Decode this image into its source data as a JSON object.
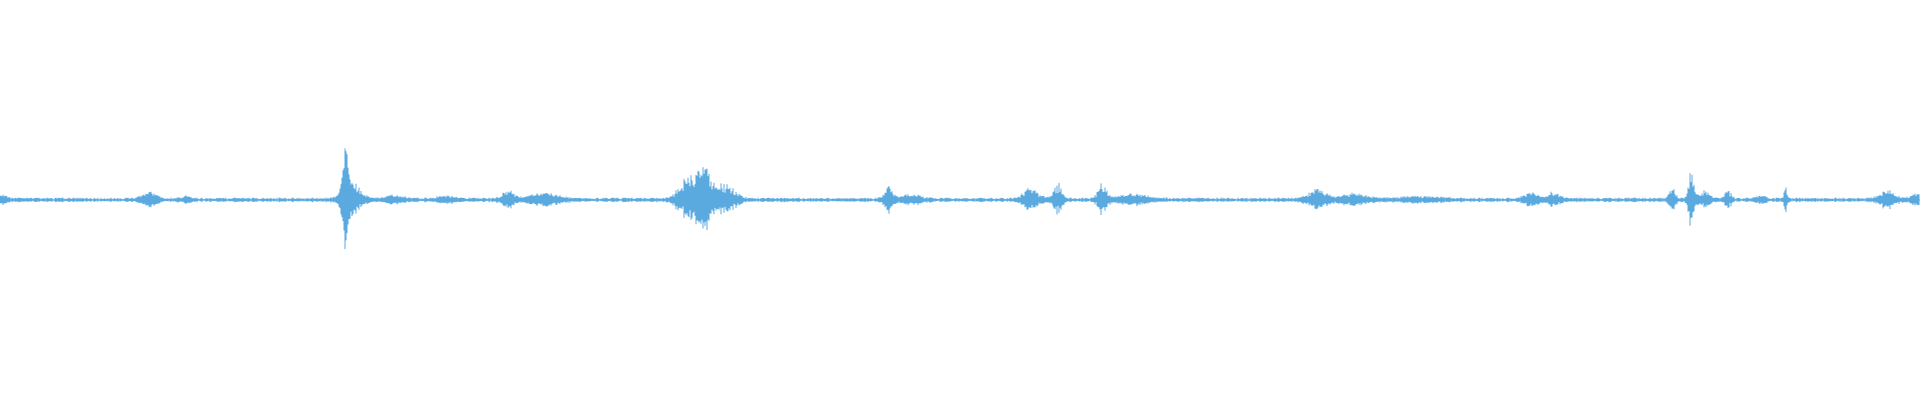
{
  "waveform": {
    "color": "#5aaae0",
    "background": "#ffffff",
    "baseline_amplitude": 0.004,
    "bursts": [
      {
        "center": 0.0,
        "amplitude": 0.012,
        "spread": 0.004
      },
      {
        "center": 0.078,
        "amplitude": 0.018,
        "spread": 0.005
      },
      {
        "center": 0.097,
        "amplitude": 0.008,
        "spread": 0.003
      },
      {
        "center": 0.18,
        "amplitude": 0.14,
        "spread": 0.002
      },
      {
        "center": 0.183,
        "amplitude": 0.045,
        "spread": 0.006
      },
      {
        "center": 0.205,
        "amplitude": 0.01,
        "spread": 0.006
      },
      {
        "center": 0.232,
        "amplitude": 0.008,
        "spread": 0.006
      },
      {
        "center": 0.265,
        "amplitude": 0.022,
        "spread": 0.004
      },
      {
        "center": 0.283,
        "amplitude": 0.014,
        "spread": 0.01
      },
      {
        "center": 0.358,
        "amplitude": 0.055,
        "spread": 0.006
      },
      {
        "center": 0.367,
        "amplitude": 0.085,
        "spread": 0.005
      },
      {
        "center": 0.378,
        "amplitude": 0.04,
        "spread": 0.006
      },
      {
        "center": 0.463,
        "amplitude": 0.032,
        "spread": 0.003
      },
      {
        "center": 0.475,
        "amplitude": 0.012,
        "spread": 0.006
      },
      {
        "center": 0.537,
        "amplitude": 0.028,
        "spread": 0.005
      },
      {
        "center": 0.551,
        "amplitude": 0.04,
        "spread": 0.003
      },
      {
        "center": 0.574,
        "amplitude": 0.038,
        "spread": 0.003
      },
      {
        "center": 0.59,
        "amplitude": 0.012,
        "spread": 0.01
      },
      {
        "center": 0.686,
        "amplitude": 0.026,
        "spread": 0.006
      },
      {
        "center": 0.705,
        "amplitude": 0.014,
        "spread": 0.008
      },
      {
        "center": 0.74,
        "amplitude": 0.006,
        "spread": 0.015
      },
      {
        "center": 0.797,
        "amplitude": 0.02,
        "spread": 0.004
      },
      {
        "center": 0.809,
        "amplitude": 0.018,
        "spread": 0.004
      },
      {
        "center": 0.871,
        "amplitude": 0.032,
        "spread": 0.002
      },
      {
        "center": 0.881,
        "amplitude": 0.075,
        "spread": 0.002
      },
      {
        "center": 0.888,
        "amplitude": 0.02,
        "spread": 0.004
      },
      {
        "center": 0.9,
        "amplitude": 0.025,
        "spread": 0.002
      },
      {
        "center": 0.917,
        "amplitude": 0.01,
        "spread": 0.003
      },
      {
        "center": 0.93,
        "amplitude": 0.03,
        "spread": 0.001
      },
      {
        "center": 0.983,
        "amplitude": 0.022,
        "spread": 0.005
      },
      {
        "center": 0.998,
        "amplitude": 0.014,
        "spread": 0.004
      }
    ]
  }
}
